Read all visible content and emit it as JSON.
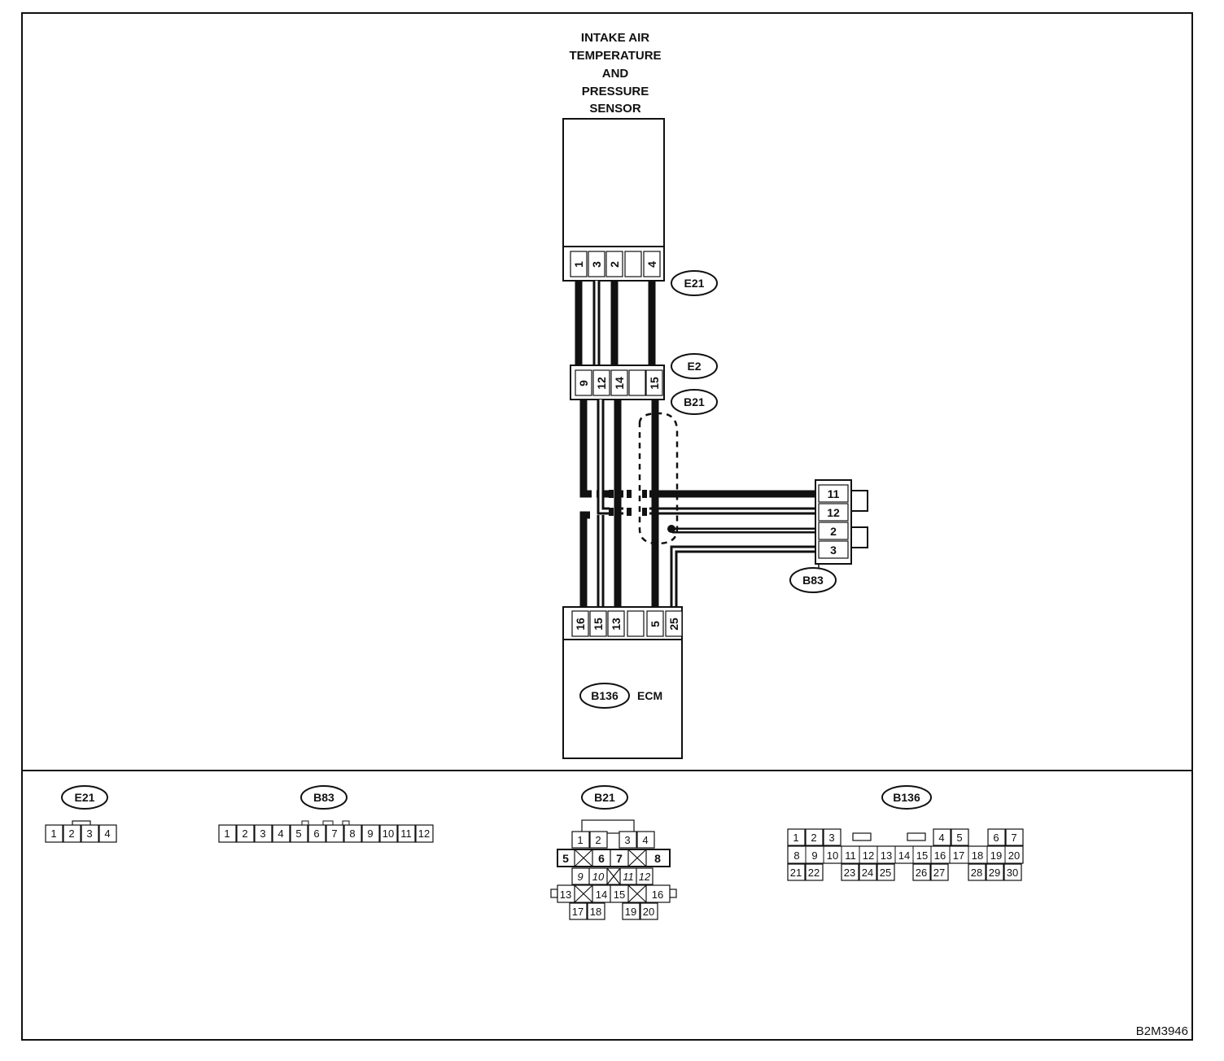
{
  "diagram_code": "B2M3946",
  "sensor": {
    "title_lines": [
      "INTAKE AIR",
      "TEMPERATURE",
      "AND",
      "PRESSURE",
      "SENSOR"
    ]
  },
  "connectors": {
    "e21": {
      "tag": "E21",
      "pins": [
        "1",
        "3",
        "2",
        "",
        "4"
      ]
    },
    "e2": {
      "tag": "E2"
    },
    "b21": {
      "tag": "B21",
      "pins": [
        "9",
        "12",
        "14",
        "",
        "15"
      ]
    },
    "b83": {
      "tag": "B83",
      "pins": [
        "11",
        "12",
        "2",
        "3"
      ]
    },
    "ecm": {
      "tag": "B136",
      "label": "ECM",
      "pins": [
        "16",
        "15",
        "13",
        "",
        "5",
        "25"
      ]
    }
  },
  "faces": {
    "e21": {
      "tag": "E21",
      "pins": [
        "1",
        "2",
        "3",
        "4"
      ]
    },
    "b83": {
      "tag": "B83",
      "pins": [
        "1",
        "2",
        "3",
        "4",
        "5",
        "6",
        "7",
        "8",
        "9",
        "10",
        "11",
        "12"
      ]
    },
    "b21": {
      "tag": "B21",
      "rows": [
        [
          "1",
          "2",
          "",
          "3",
          "4"
        ],
        [
          "5",
          "",
          "6",
          "7",
          "",
          "8"
        ],
        [
          "9",
          "10",
          "",
          "11",
          "12"
        ],
        [
          "13",
          "",
          "14",
          "15",
          "",
          "16"
        ],
        [
          "17",
          "18",
          "",
          "19",
          "20"
        ]
      ]
    },
    "b136": {
      "tag": "B136",
      "rows": [
        [
          "1",
          "2",
          "3",
          "",
          "",
          "",
          "",
          "",
          "4",
          "5",
          "",
          "6",
          "7"
        ],
        [
          "8",
          "9",
          "10",
          "11",
          "12",
          "13",
          "14",
          "15",
          "16",
          "17",
          "18",
          "19",
          "20"
        ],
        [
          "21",
          "22",
          "",
          "23",
          "24",
          "25",
          "",
          "26",
          "27",
          "",
          "28",
          "29",
          "30"
        ]
      ]
    }
  }
}
